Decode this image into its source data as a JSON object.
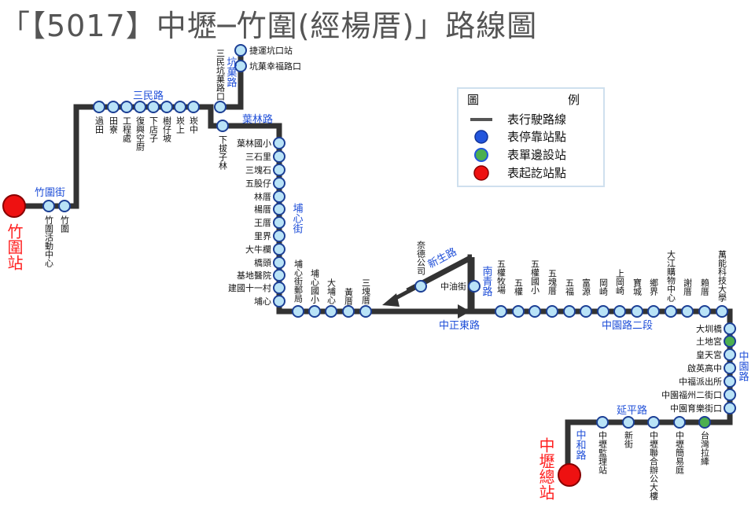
{
  "title": "「【5017】中壢─竹圍(經楊厝)」路線圖",
  "legend": {
    "title_left": "圖",
    "title_right": "例",
    "route": "表行駛路線",
    "stop": "表停靠站點",
    "oneside": "表單邊設站",
    "terminal": "表起訖站點"
  },
  "colors": {
    "line": "#333333",
    "stop_fill": "#b9e3f7",
    "stop_stroke": "#1c3f95",
    "terminal": "#ee1111",
    "road": "#1f4fd8",
    "oneside": "#4caf50"
  },
  "terminals": {
    "start": "竹圍站",
    "end": "中壢總站"
  },
  "roads": {
    "zhuwei": "竹圍街",
    "sanmin": "三民路",
    "kengye": "坑菓路",
    "yelin": "葉林路",
    "puxin": "埔心街",
    "xinsheng": "新生路",
    "nanqing": "南青路",
    "zhongzheng_e": "中正東路",
    "zhongyuan2": "中園路二段",
    "zhongyuan": "中園路",
    "yanping": "延平路",
    "zhonghe": "中和路"
  },
  "stops": {
    "zhuwei_center": "竹圍活動中心",
    "zhuwei": "竹圍",
    "guotian": "過田",
    "tianliao": "田寮",
    "gongchengchu": "工程處",
    "fuxing": "復興空廚",
    "xiadianzi": "下店子",
    "shuzipo": "樹仔坡",
    "kengshang": "崁上",
    "kengzhong": "崁中",
    "sanmin_kengye": "三民坑菓路口",
    "mrt_kengkou": "捷運坑口站",
    "kengye_xingfu": "坑菓幸福路口",
    "xiabazilin": "下拔子林",
    "yelin_school": "葉林國小",
    "sanshili": "三石里",
    "sankuaishi": "三塊石",
    "wugu": "五股仔",
    "linchuo": "林厝",
    "yangcuo": "楊厝",
    "wangcuo": "王厝",
    "lijie": "里界",
    "daniulan": "大牛欄",
    "qiaotou": "橋頭",
    "jidi": "基地醫院",
    "jianguo": "建國十一村",
    "puxin": "埔心",
    "puxin_post": "埔心街郵局",
    "puxin_school": "埔心國小",
    "dapuxin": "大埔心",
    "huangcuo": "黃厝",
    "sankuaicuo": "三塊厝",
    "nade": "奈德公司",
    "zhongyoujie": "中油街",
    "wuquan_ranch": "五權牧場",
    "wuquan": "五權",
    "wuquan_school": "五權國小",
    "wukuaicuo": "五塊厝",
    "wufu": "五福",
    "fuyuan": "富源",
    "gangqi": "岡崎",
    "shanggangqi": "上岡崎",
    "baocheng": "寶城",
    "xiangjie": "鄉界",
    "dajiang": "大江購物中心",
    "xiecuo": "謝厝",
    "laicuo": "賴厝",
    "wanneng": "萬能科技大學",
    "daxunqiao": "大圳橋",
    "tudigong": "土地宮",
    "huangtiangong": "皇天宮",
    "qiying": "啟英高中",
    "zhongfu_police": "中福派出所",
    "zhongyuan_fuzhou": "中園福州二街口",
    "zhongyuan_yule": "中園育樂街口",
    "taiwan_lagi": "台灣拉縴",
    "zhongyuan_jianyu": "中壢簡易庭",
    "zhongli_joint": "中壢聯合辦公大樓",
    "xinjie": "新街",
    "zhongli_jianli": "中壢監理站"
  }
}
